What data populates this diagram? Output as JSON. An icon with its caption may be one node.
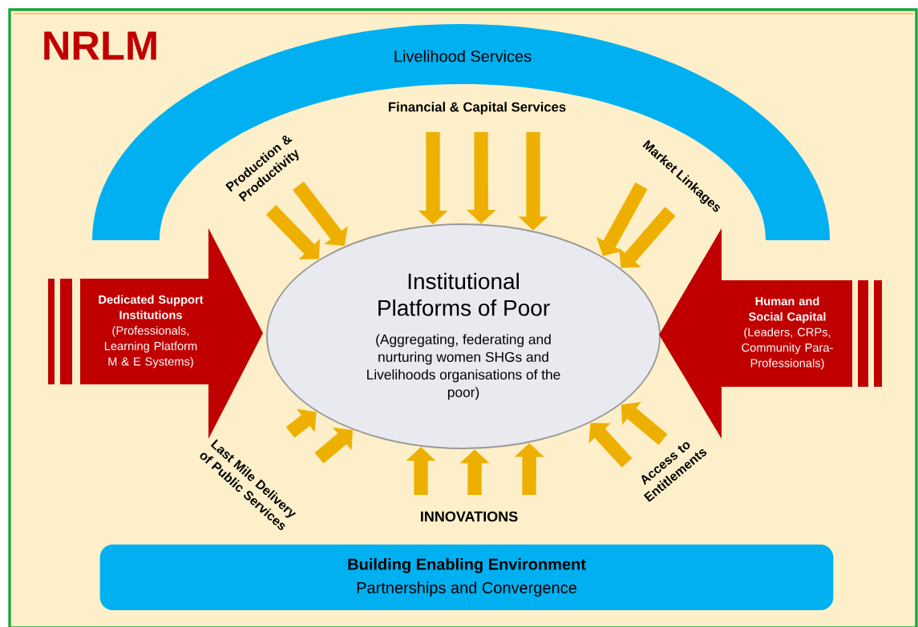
{
  "diagram": {
    "title": "NRLM",
    "nodes": [
      {
        "text": [
          "Institutional Platforms of Poor",
          "(Aggregating, federating and nurturing women SHGs and Livelihoods organisations of the poor)"
        ]
      },
      {
        "text": [
          "Livelihood Services"
        ]
      },
      {
        "text": [
          "Dedicated Support Institutions",
          "(Professionals, Learning Platform M & E Systems)"
        ]
      },
      {
        "text": [
          "Human and Social Capital",
          "(Leaders, CRPs, Community Para-Professionals)"
        ]
      },
      {
        "text": [
          "Building Enabling Environment",
          "Partnerships and Convergence"
        ]
      },
      {
        "text": [
          "Financial & Capital Services"
        ]
      },
      {
        "text": [
          "Production & Productivity"
        ]
      },
      {
        "text": [
          "Market Linkages"
        ]
      },
      {
        "text": [
          "Last Mile Delivery of Public Services"
        ]
      },
      {
        "text": [
          "Access to Entitlements"
        ]
      },
      {
        "text": [
          "INNOVATIONS"
        ]
      }
    ],
    "edges": [
      {
        "from": 5,
        "to": 0,
        "arrow": "to"
      },
      {
        "from": 5,
        "to": 0,
        "arrow": "to"
      },
      {
        "from": 5,
        "to": 0,
        "arrow": "to"
      },
      {
        "from": 6,
        "to": 0,
        "arrow": "to"
      },
      {
        "from": 6,
        "to": 0,
        "arrow": "to"
      },
      {
        "from": 7,
        "to": 0,
        "arrow": "to"
      },
      {
        "from": 7,
        "to": 0,
        "arrow": "to"
      },
      {
        "from": 8,
        "to": 0,
        "arrow": "to"
      },
      {
        "from": 8,
        "to": 0,
        "arrow": "to"
      },
      {
        "from": 9,
        "to": 0,
        "arrow": "to"
      },
      {
        "from": 9,
        "to": 0,
        "arrow": "to"
      },
      {
        "from": 10,
        "to": 0,
        "arrow": "to"
      },
      {
        "from": 10,
        "to": 0,
        "arrow": "to"
      },
      {
        "from": 10,
        "to": 0,
        "arrow": "to"
      }
    ]
  }
}
